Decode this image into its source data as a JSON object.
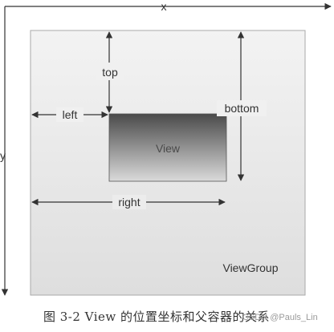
{
  "diagram": {
    "axis_x_label": "x",
    "axis_y_label": "y",
    "label_top": "top",
    "label_left": "left",
    "label_bottom": "bottom",
    "label_right": "right",
    "view_label": "View",
    "container_label": "ViewGroup"
  },
  "caption": "图 3-2   View 的位置坐标和父容器的关系",
  "watermark": "CSDN @Pauls_Lin",
  "colors": {
    "line": "#333333",
    "container_top": "#f2f2f2",
    "container_bottom": "#dedede",
    "view_top": "#4d4d4d",
    "view_bottom": "#dcdcdc"
  }
}
